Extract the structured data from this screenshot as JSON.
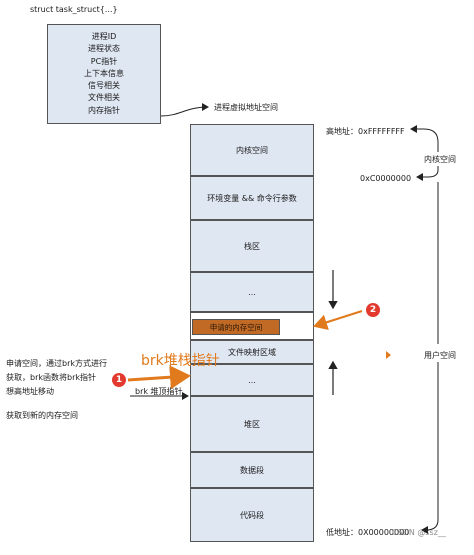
{
  "task_struct": {
    "title": "struct task_struct{...}",
    "fields": [
      "进程ID",
      "进程状态",
      "PC指针",
      "上下本信息",
      "信号相关",
      "文件相关",
      "内存指针"
    ]
  },
  "virtual_address_space_label": "进程虚拟地址空间",
  "segments": {
    "kernel": "内核空间",
    "env_args": "环境变量 && 命令行参数",
    "stack": "栈区",
    "gap_top": "...",
    "requested": "申请的内存空间",
    "mmap": "文件映射区域",
    "gap_bottom": "...",
    "heap": "堆区",
    "data": "数据段",
    "code": "代码段"
  },
  "addresses": {
    "high": "高地址：0xFFFFFFFF",
    "boundary": "0xC0000000",
    "low": "低地址：0X00000000"
  },
  "regions": {
    "kernel_space": "内核空间",
    "user_space": "用户空间"
  },
  "notes": {
    "line1": "申请空间，通过brk方式进行",
    "line2": "获取，brk函数将brk指针",
    "line3": "想高地址移动",
    "brk_big": "brk堆栈指针",
    "brk_pointer": "brk 堆顶指针",
    "fresh": "获取到新的内存空间"
  },
  "badges": {
    "one": "1",
    "two": "2"
  },
  "watermark": "CSDN @ssz__",
  "colors": {
    "segment_fill": "#dfe7f2",
    "requested_fill": "#c06a25",
    "annotation_orange": "#e07a1c",
    "badge_red": "#e23a2e"
  }
}
